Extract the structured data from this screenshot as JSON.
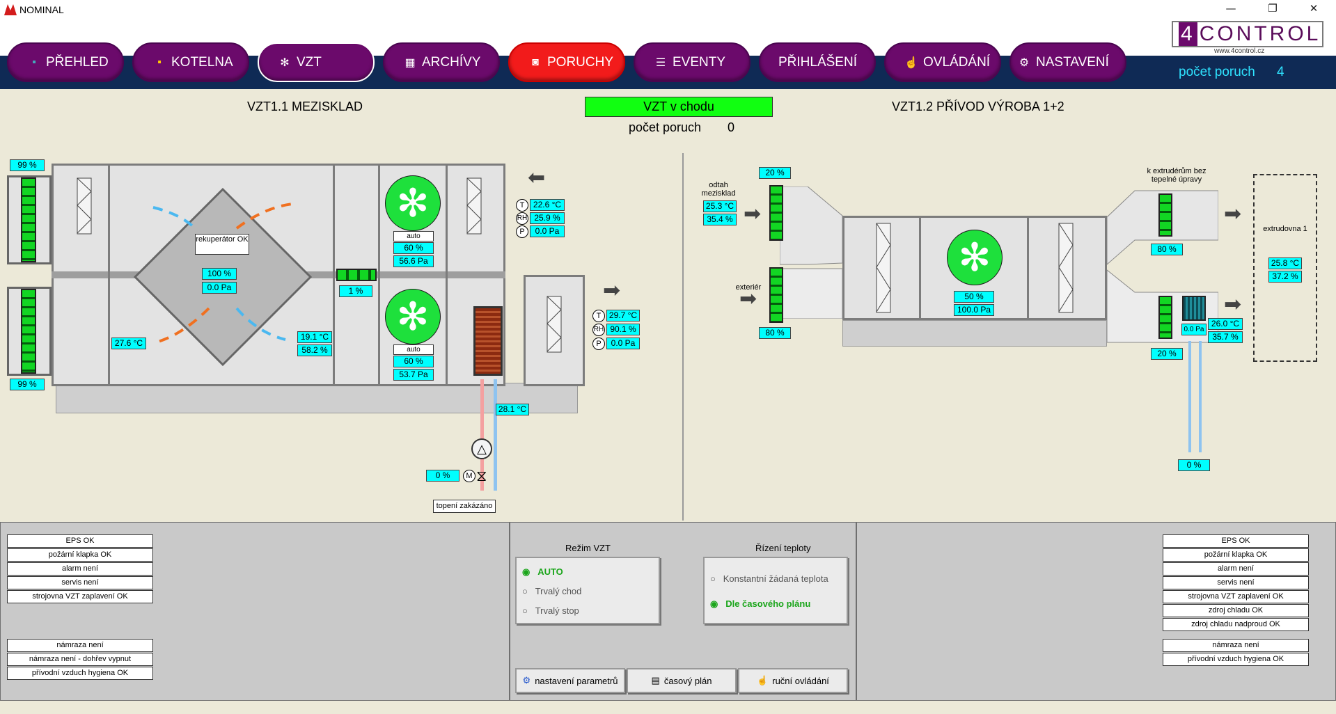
{
  "window": {
    "title": "NOMINAL",
    "minimize": "—",
    "restore": "❐",
    "close": "✕"
  },
  "nav": [
    {
      "label": "PŘEHLED",
      "icon": "overview-icon",
      "glyph": "▪"
    },
    {
      "label": "KOTELNA",
      "icon": "boiler-icon",
      "glyph": "▪"
    },
    {
      "label": "VZT",
      "icon": "snowflake-icon",
      "glyph": "✻"
    },
    {
      "label": "ARCHÍVY",
      "icon": "chart-icon",
      "glyph": "▦"
    },
    {
      "label": "PORUCHY",
      "icon": "alarm-icon",
      "glyph": "◙"
    },
    {
      "label": "EVENTY",
      "icon": "list-icon",
      "glyph": "☰"
    },
    {
      "label": "PŘIHLÁŠENÍ",
      "icon": "",
      "glyph": ""
    },
    {
      "label": "OVLÁDÁNÍ",
      "icon": "hand-icon",
      "glyph": "☝"
    },
    {
      "label": "NASTAVENÍ",
      "icon": "gears-icon",
      "glyph": "⚙"
    }
  ],
  "logo": {
    "text": "CONTROL",
    "badge": "4",
    "url": "www.4control.cz"
  },
  "fault_count": {
    "label": "počet poruch",
    "value": "4"
  },
  "status": {
    "running": "VZT v chodu",
    "faults_label": "počet poruch",
    "faults_value": "0"
  },
  "unit1": {
    "title": "VZT1.1 MEZISKLAD",
    "damper_top": "99 %",
    "damper_bottom": "99 %",
    "recuperator_label": "rekuperátor OK",
    "recuperator_pct": "100 %",
    "recuperator_pa": "0.0 Pa",
    "bypass": "1 %",
    "fan_top": {
      "mode": "auto",
      "pct": "60 %",
      "pa": "56.6 Pa"
    },
    "fan_bottom": {
      "mode": "auto",
      "pct": "60 %",
      "pa": "53.7 Pa"
    },
    "exhaust_temp": "27.6 °C",
    "supply_after_rec": {
      "t": "19.1 °C",
      "rh": "58.2 %"
    },
    "intake": {
      "t": "22.6 °C",
      "rh": "25.9 %",
      "p": "0.0 Pa"
    },
    "supply": {
      "t": "29.7 °C",
      "rh": "90.1 %",
      "p": "0.0 Pa"
    },
    "water_temp": "28.1 °C",
    "valve_pct": "0 %",
    "heating_status": "topení zakázáno"
  },
  "unit2": {
    "title": "VZT1.2 PŘÍVOD VÝROBA 1+2",
    "odtah_label": "odtah mezisklad",
    "odtah": {
      "t": "25.3 °C",
      "rh": "35.4 %"
    },
    "exterior_label": "exteriér",
    "damper_top": "20 %",
    "damper_bottom": "80 %",
    "fan": {
      "pct": "50 %",
      "pa": "100.0 Pa"
    },
    "extruder_label": "k extrudérům bez tepelné úpravy",
    "damper_right_top": "80 %",
    "damper_right_bottom": "20 %",
    "cooler_pa": "0.0 Pa",
    "supply": {
      "t": "26.0 °C",
      "rh": "35.7 %"
    },
    "valve_pct": "0 %",
    "extrudovna_label": "extrudovna 1",
    "extrudovna": {
      "t": "25.8 °C",
      "rh": "37.2 %"
    }
  },
  "left_status": [
    "EPS OK",
    "požární klapka OK",
    "alarm není",
    "servis není",
    "strojovna VZT zaplavení OK"
  ],
  "left_status2": [
    "námraza není",
    "námraza není - dohřev vypnut",
    "přívodní vzduch hygiena OK"
  ],
  "right_status": [
    "EPS OK",
    "požární klapka OK",
    "alarm není",
    "servis není",
    "strojovna VZT zaplavení OK",
    "zdroj chladu OK",
    "zdroj chladu nadproud OK"
  ],
  "right_status2": [
    "námraza není",
    "přívodní vzduch hygiena OK"
  ],
  "mode": {
    "title": "Režim VZT",
    "options": [
      "AUTO",
      "Trvalý chod",
      "Trvalý stop"
    ],
    "selected": 0
  },
  "temp_control": {
    "title": "Řízení teploty",
    "options": [
      "Konstantní žádaná teplota",
      "Dle časového plánu"
    ],
    "selected": 1
  },
  "buttons": {
    "params": "nastavení parametrů",
    "schedule": "časový plán",
    "manual": "ruční ovládání"
  },
  "sensor_labels": {
    "t": "T",
    "rh": "RH",
    "p": "P",
    "m": "M"
  }
}
